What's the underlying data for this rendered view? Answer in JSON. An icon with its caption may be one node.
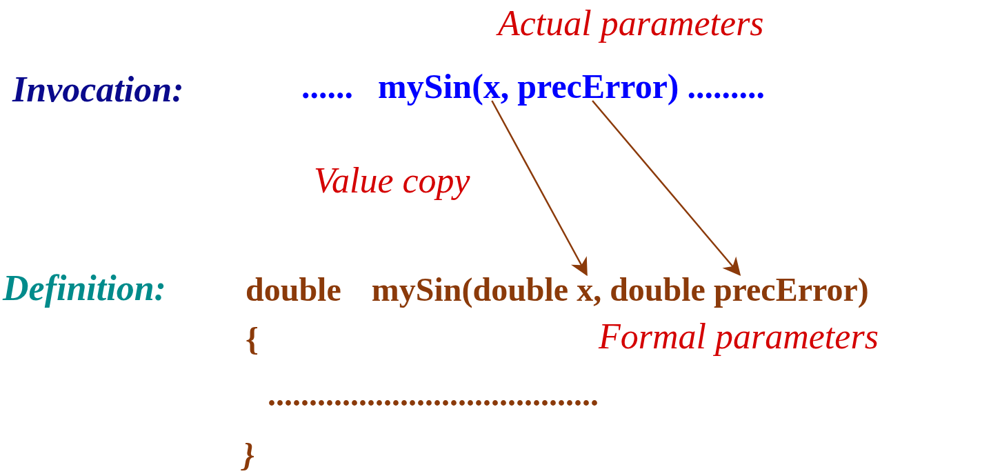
{
  "diagram": {
    "nodes": [
      {
        "text": [
          "x"
        ]
      },
      {
        "text": [
          "precError"
        ]
      },
      {
        "text": [
          "x"
        ]
      },
      {
        "text": [
          "precError"
        ]
      }
    ],
    "edges": [
      {
        "from": 0,
        "to": 2,
        "arrow": "to"
      },
      {
        "from": 1,
        "to": 3,
        "arrow": "to"
      }
    ],
    "labels": [
      "Actual parameters",
      "Invocation:",
      "......",
      "mySin(",
      ",",
      ")",
      ".........",
      "Value copy",
      "Definition:",
      "double",
      "mySin(double",
      ",",
      "double",
      ")",
      "Formal parameters",
      "{",
      "........................................",
      "}"
    ]
  }
}
